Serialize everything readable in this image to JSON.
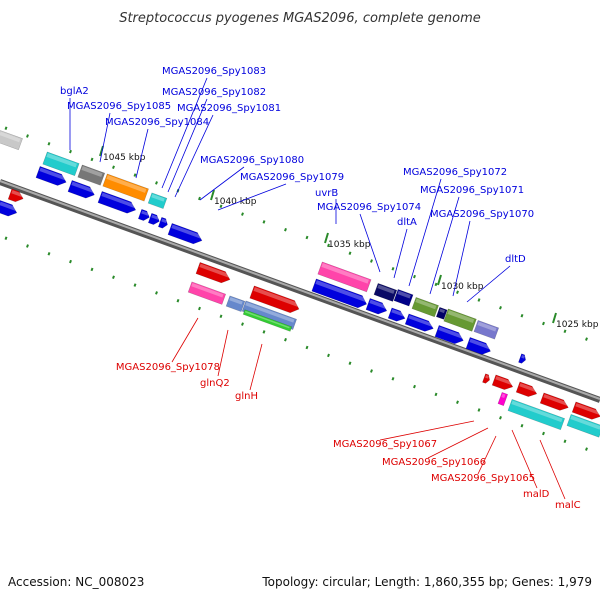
{
  "title": "Streptococcus pyogenes MGAS2096, complete genome",
  "footer": {
    "accession": "Accession: NC_008023",
    "summary": "Topology: circular; Length: 1,860,355 bp; Genes: 1,979"
  },
  "colors": {
    "forward_strand": "#0000dd",
    "reverse_strand": "#dd0000",
    "backbone": "#8a8a8a",
    "minor_tick": "#2a8a2a"
  },
  "ticks": [
    "1045 kbp",
    "1040 kbp",
    "1035 kbp",
    "1030 kbp",
    "1025 kbp"
  ],
  "labels_top": [
    "bglA2",
    "MGAS2096_Spy1085",
    "MGAS2096_Spy1084",
    "MGAS2096_Spy1083",
    "MGAS2096_Spy1082",
    "MGAS2096_Spy1081",
    "MGAS2096_Spy1080",
    "MGAS2096_Spy1079",
    "uvrB",
    "MGAS2096_Spy1074",
    "dltA",
    "MGAS2096_Spy1072",
    "MGAS2096_Spy1071",
    "MGAS2096_Spy1070",
    "dltD"
  ],
  "labels_bottom": [
    "MGAS2096_Spy1078",
    "glnQ2",
    "glnH",
    "MGAS2096_Spy1067",
    "MGAS2096_Spy1066",
    "MGAS2096_Spy1065",
    "malD",
    "malC"
  ]
}
